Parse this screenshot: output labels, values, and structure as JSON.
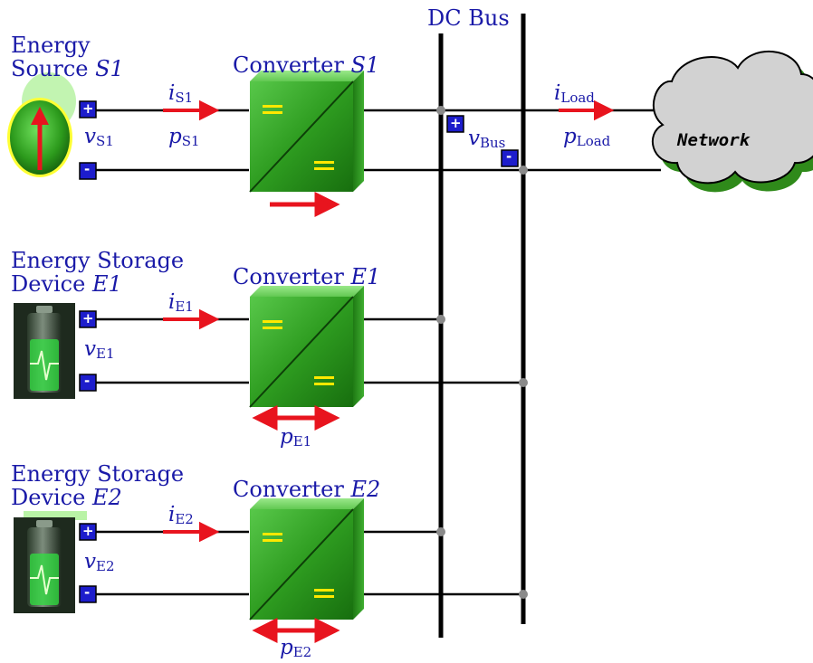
{
  "bus": {
    "title": "DC Bus",
    "voltage_sym": "v",
    "voltage_sub": "Bus"
  },
  "load": {
    "current_sym": "i",
    "current_sub": "Load",
    "power_sym": "p",
    "power_sub": "Load",
    "network_label": "Network"
  },
  "source": {
    "title_line1": "Energy",
    "title_line2_prefix": "Source ",
    "title_line2_id": "S1",
    "converter_prefix": "Converter ",
    "converter_id": "S1",
    "current_sym": "i",
    "current_sub": "S1",
    "voltage_sym": "v",
    "voltage_sub": "S1",
    "power_sym": "p",
    "power_sub": "S1"
  },
  "storage1": {
    "title_line1": "Energy Storage",
    "title_line2_prefix": "Device ",
    "title_line2_id": "E1",
    "converter_prefix": "Converter ",
    "converter_id": "E1",
    "current_sym": "i",
    "current_sub": "E1",
    "voltage_sym": "v",
    "voltage_sub": "E1",
    "power_sym": "p",
    "power_sub": "E1"
  },
  "storage2": {
    "title_line1": "Energy Storage",
    "title_line2_prefix": "Device ",
    "title_line2_id": "E2",
    "converter_prefix": "Converter ",
    "converter_id": "E2",
    "current_sym": "i",
    "current_sub": "E2",
    "voltage_sym": "v",
    "voltage_sub": "E2",
    "power_sym": "p",
    "power_sub": "E2"
  },
  "terminals": {
    "plus": "+",
    "minus": "-",
    "converter_symbol": "="
  },
  "colors": {
    "label_blue": "#1a1aa8",
    "converter_green": "#2a9a1a",
    "arrow_red": "#e8141e",
    "terminal_blue": "#1d1dcc",
    "cloud_gray": "#d2d2d2",
    "cloud_shadow": "#2f8a1a"
  },
  "icons": {
    "source": "energy-source-icon",
    "battery": "battery-icon",
    "cloud": "network-cloud-icon"
  }
}
